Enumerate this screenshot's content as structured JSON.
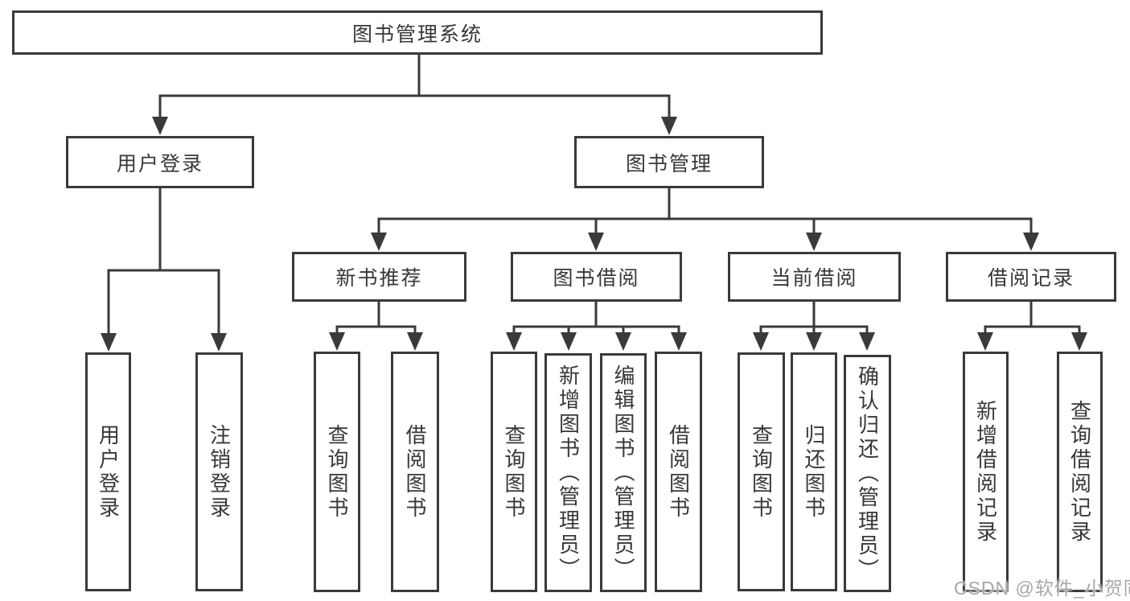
{
  "colors": {
    "line": "#3a3a3a",
    "text": "#383838",
    "bg": "#ffffff",
    "watermark": "#a8a8a8"
  },
  "diagram": {
    "root": {
      "label": "图书管理系统"
    },
    "branches": [
      {
        "label": "用户登录",
        "children": [
          {
            "label": "用户登录"
          },
          {
            "label": "注销登录"
          }
        ]
      },
      {
        "label": "图书管理",
        "children": [
          {
            "label": "新书推荐",
            "children": [
              {
                "label": "查询图书"
              },
              {
                "label": "借阅图书"
              }
            ]
          },
          {
            "label": "图书借阅",
            "children": [
              {
                "label": "查询图书"
              },
              {
                "label": "新增图书（管理员）"
              },
              {
                "label": "编辑图书（管理员）"
              },
              {
                "label": "借阅图书"
              }
            ]
          },
          {
            "label": "当前借阅",
            "children": [
              {
                "label": "查询图书"
              },
              {
                "label": "归还图书"
              },
              {
                "label": "确认归还（管理员）"
              }
            ]
          },
          {
            "label": "借阅记录",
            "children": [
              {
                "label": "新增借阅记录"
              },
              {
                "label": "查询借阅记录"
              }
            ]
          }
        ]
      }
    ]
  },
  "watermark": "CSDN @软件_小贺同学"
}
